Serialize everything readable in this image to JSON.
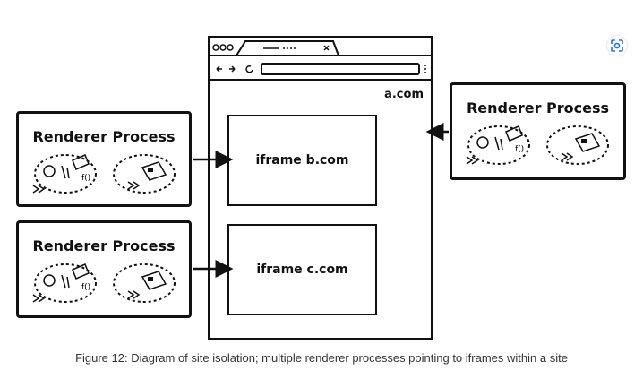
{
  "browser": {
    "domain": "a.com",
    "iframes": [
      "iframe b.com",
      "iframe c.com"
    ]
  },
  "renderers": [
    {
      "title": "Renderer Process"
    },
    {
      "title": "Renderer Process"
    },
    {
      "title": "Renderer Process"
    }
  ],
  "caption": "Figure 12: Diagram of site isolation; multiple renderer processes pointing to iframes within a site",
  "icons": {
    "lens": "visual-search-icon"
  },
  "colors": {
    "line": "#111111",
    "accent": "#1a73e8",
    "caption": "#333333"
  }
}
